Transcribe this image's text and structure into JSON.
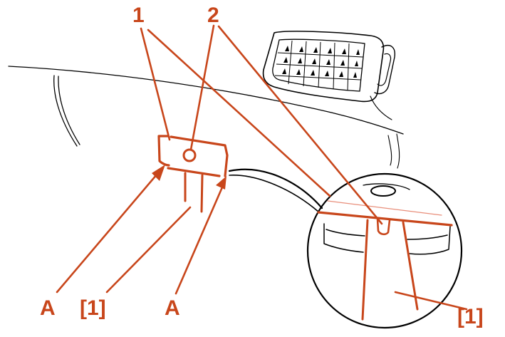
{
  "colors": {
    "accent": "#C8461B",
    "line": "#000000",
    "background": "#FFFFFF"
  },
  "callouts": {
    "label_1": "1",
    "label_2": "2",
    "label_a_left": "A",
    "label_a_right": "A",
    "label_bracket_1_left": "[1]",
    "label_bracket_1_right": "[1]"
  }
}
